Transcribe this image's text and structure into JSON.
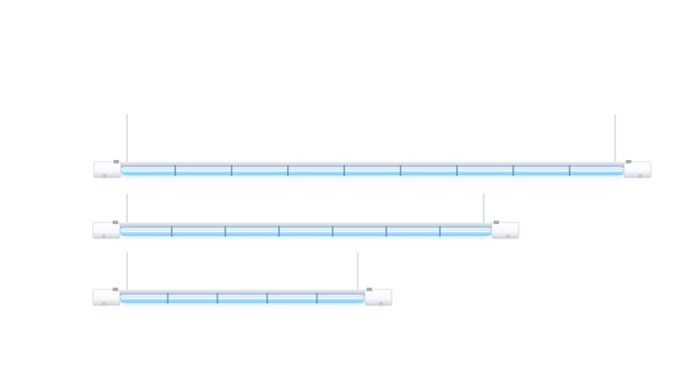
{
  "image": {
    "subject": "uv-tube-lamps",
    "lamps": [
      {
        "id": "lamp-long",
        "segments": 9
      },
      {
        "id": "lamp-medium",
        "segments": 7
      },
      {
        "id": "lamp-short",
        "segments": 5
      }
    ]
  },
  "colors": {
    "background": "#ffffff",
    "glow": "#7ec9ff",
    "tube_core": "#b9e3ff",
    "metal_light": "#f2f3f5",
    "metal_mid": "#d6d9de",
    "metal_dark": "#a9aeb6",
    "cap": "#f7f8fa",
    "cap_edge": "#cfd3d9",
    "wire": "#c7cbd1"
  }
}
